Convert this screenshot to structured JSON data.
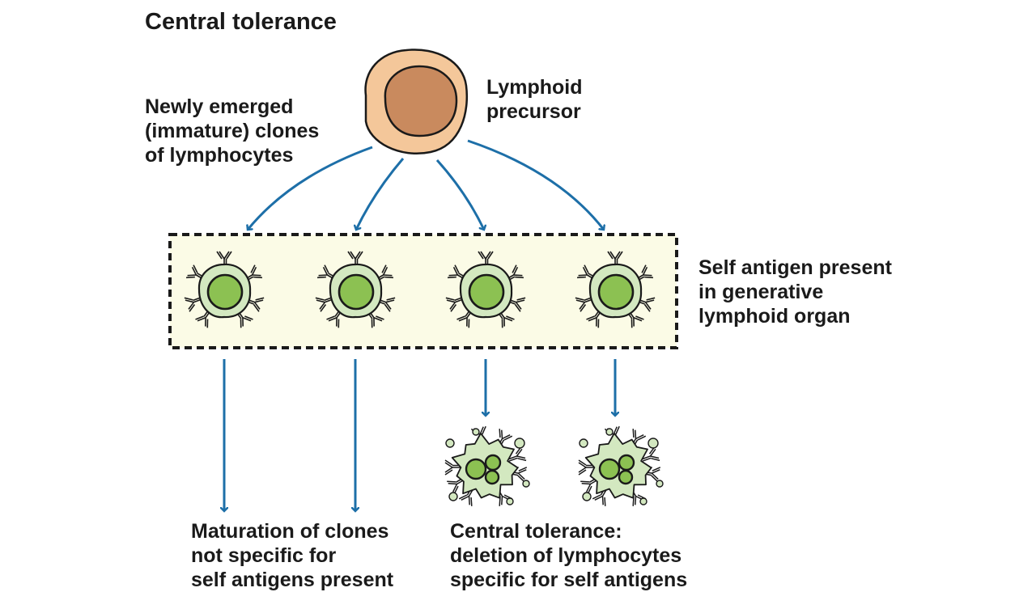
{
  "title": "Central tolerance",
  "labels": {
    "newly_emerged": [
      "Newly emerged",
      "(immature) clones",
      "of lymphocytes"
    ],
    "lymphoid_precursor": [
      "Lymphoid",
      "precursor"
    ],
    "self_antigen": [
      "Self antigen present",
      "in generative",
      "lymphoid organ"
    ],
    "maturation": [
      "Maturation of clones",
      "not specific for",
      "self antigens present"
    ],
    "central_tolerance": [
      "Central tolerance:",
      "deletion of lymphocytes",
      "specific for self antigens"
    ]
  },
  "colors": {
    "arrow": "#1d6fa8",
    "precursor_outer": "#f4c79a",
    "precursor_nucleus": "#c98a5e",
    "cell_body": "#d3e8c0",
    "cell_nucleus": "#8cc152",
    "box_fill": "#fbfbe6",
    "outline": "#1a1a1a"
  },
  "icons": {
    "precursor": "lymphoid-precursor-cell",
    "immature": "immature-lymphocyte-with-receptors",
    "apoptotic": "apoptotic-lymphocyte"
  }
}
